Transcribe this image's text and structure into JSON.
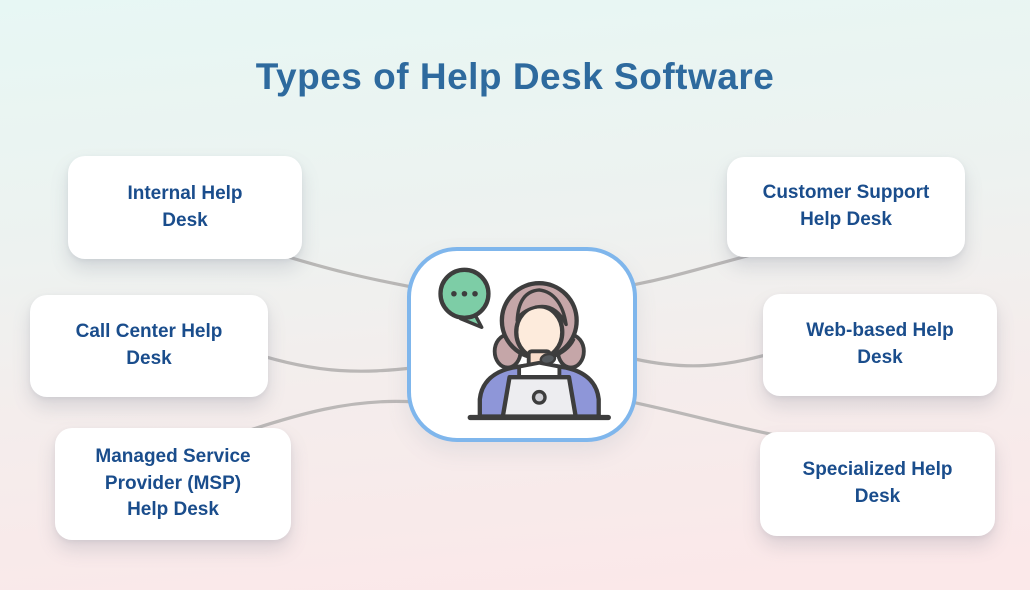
{
  "page": {
    "title": "Types of Help Desk Software"
  },
  "nodes": [
    {
      "id": "internal-help-desk",
      "label": "Internal Help\nDesk",
      "side": "left"
    },
    {
      "id": "call-center-help-desk",
      "label": "Call Center Help\nDesk",
      "side": "left"
    },
    {
      "id": "msp-help-desk",
      "label": "Managed Service\nProvider (MSP)\nHelp Desk",
      "side": "left"
    },
    {
      "id": "customer-support-help-desk",
      "label": "Customer Support\nHelp Desk",
      "side": "right"
    },
    {
      "id": "web-based-help-desk",
      "label": "Web-based Help\nDesk",
      "side": "right"
    },
    {
      "id": "specialized-help-desk",
      "label": "Specialized Help\nDesk",
      "side": "right"
    }
  ],
  "center_node": {
    "icon": "support-agent-illustration",
    "icons": [
      "chat-dots-speech-bubble-icon",
      "female-support-agent-icon",
      "headset-mic-icon",
      "laptop-icon",
      "desk-line-icon"
    ]
  },
  "colors": {
    "title_text": "#2e6a9e",
    "node_text": "#1a4d8c",
    "node_background": "#ffffff",
    "connector_line": "#b7b5b4",
    "center_border": "#7fb6ec",
    "background_top": "#e7f7f4",
    "background_bottom": "#fbe8e9",
    "bubble_green": "#7dcda6",
    "hair_mauve": "#c5a6a8",
    "skin_peach": "#fdebdc",
    "sweater_periwinkle": "#8e96d8",
    "laptop_gray": "#ededf0",
    "outline_dark": "#3d3d3d"
  }
}
